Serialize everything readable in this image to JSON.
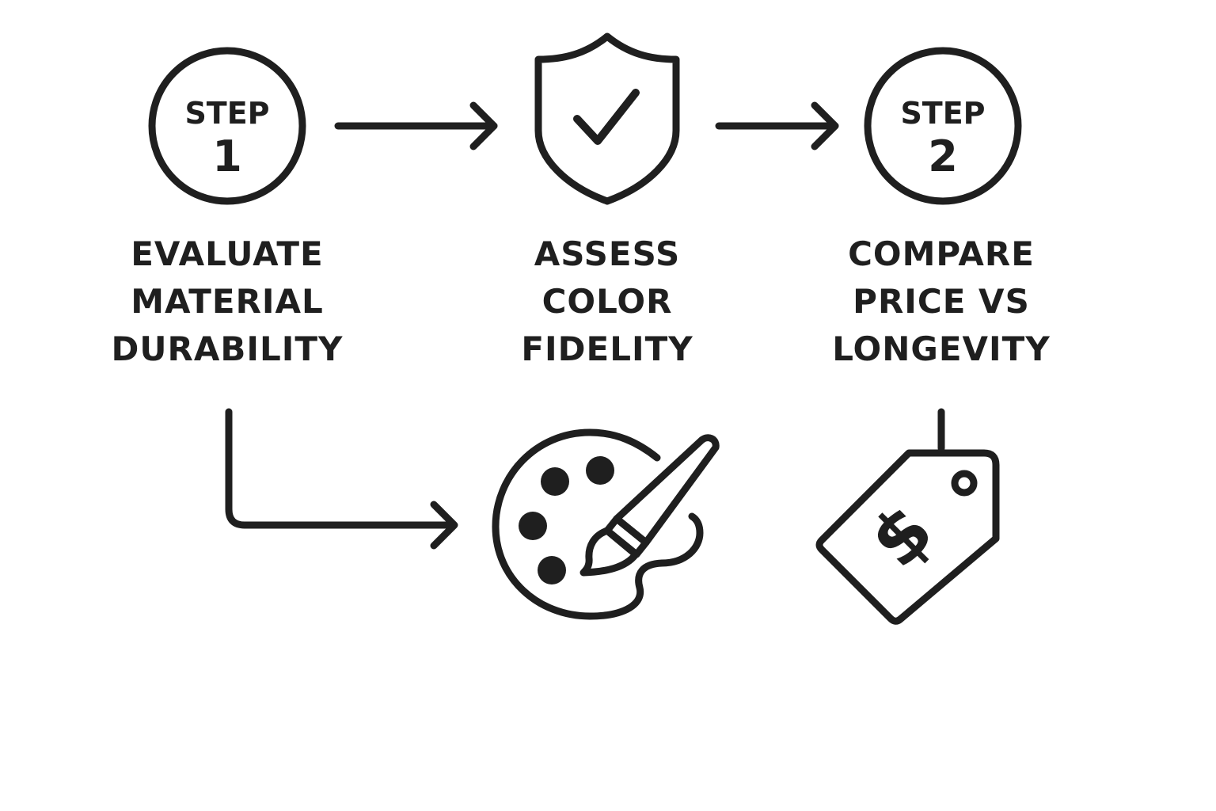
{
  "diagram": {
    "ink_color": "#1f1f1f",
    "background_color": "#ffffff",
    "badges": [
      {
        "word": "STEP",
        "number": "1"
      },
      {
        "word": "STEP",
        "number": "2"
      }
    ],
    "labels": {
      "evaluate": [
        "EVALUATE",
        "MATERIAL",
        "DURABILITY"
      ],
      "assess": [
        "ASSESS",
        "COLOR",
        "FIDELITY"
      ],
      "compare": [
        "COMPARE",
        "PRICE VS",
        "LONGEVITY"
      ]
    },
    "icons": [
      "shield-check-icon",
      "palette-brush-icon",
      "price-tag-dollar-icon"
    ],
    "price_symbol": "$"
  }
}
